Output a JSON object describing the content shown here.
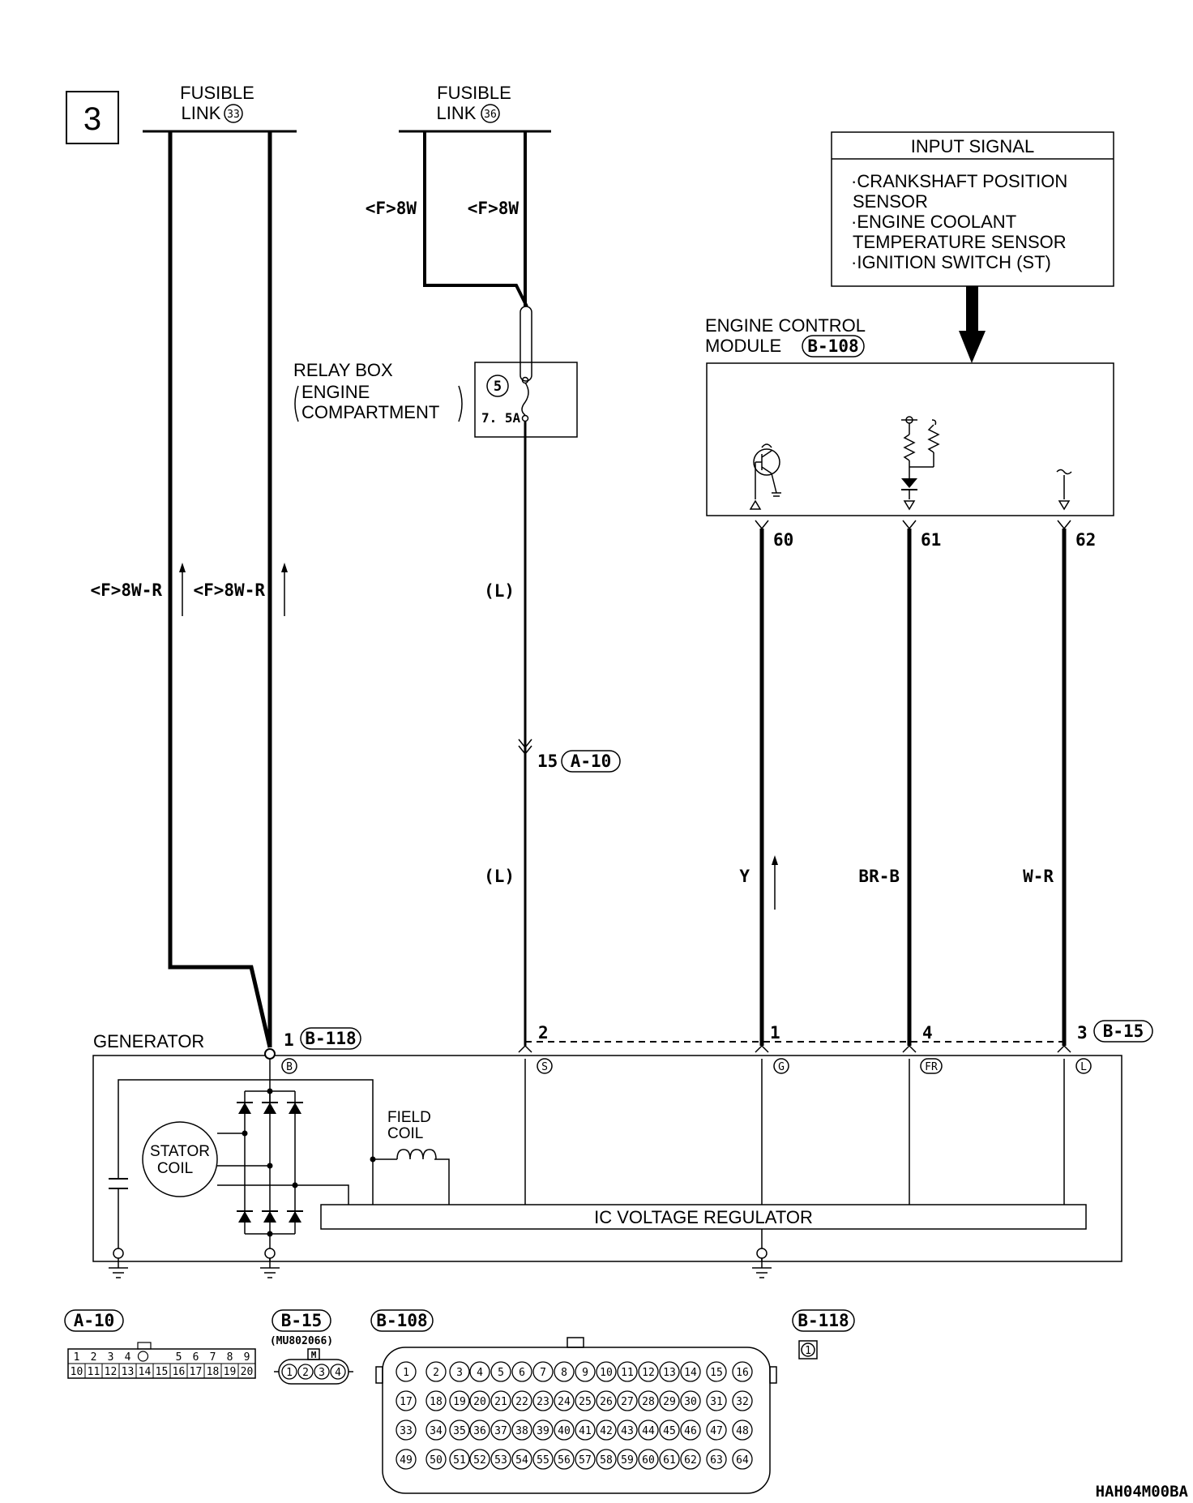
{
  "page": {
    "number": "3",
    "code": "HAH04M00BA"
  },
  "fusible_links": [
    {
      "label_top": "FUSIBLE",
      "label_bottom": "LINK",
      "number": "33"
    },
    {
      "label_top": "FUSIBLE",
      "label_bottom": "LINK",
      "number": "36"
    }
  ],
  "wires": {
    "fl33_left": "<F>8W-R",
    "fl33_right": "<F>8W-R",
    "fl36_left": "<F>8W",
    "fl36_right": "<F>8W",
    "l_upper": "(L)",
    "l_lower": "(L)",
    "y": "Y",
    "br_b": "BR-B",
    "w_r": "W-R"
  },
  "relay_box": {
    "title": "RELAY BOX",
    "line2": "ENGINE",
    "line3": "COMPARTMENT",
    "fuse_number": "5",
    "fuse_rating": "7. 5A"
  },
  "input_signal": {
    "title": "INPUT SIGNAL",
    "lines": [
      "·CRANKSHAFT POSITION",
      " SENSOR",
      "·ENGINE COOLANT",
      " TEMPERATURE SENSOR",
      "·IGNITION SWITCH (ST)"
    ]
  },
  "ecm": {
    "line1": "ENGINE CONTROL",
    "line2": "MODULE",
    "connector": "B-108",
    "pins": [
      "60",
      "61",
      "62"
    ]
  },
  "a10_junction": {
    "pin": "15",
    "connector": "A-10"
  },
  "generator": {
    "title": "GENERATOR",
    "b118_pin": "1",
    "b118_connector": "B-118",
    "b15_pins": [
      "2",
      "1",
      "4",
      "3"
    ],
    "b15_connector": "B-15",
    "terminals": [
      "B",
      "S",
      "G",
      "FR",
      "L"
    ],
    "stator_line1": "STATOR",
    "stator_line2": "COIL",
    "field_line1": "FIELD",
    "field_line2": "COIL",
    "regulator": "IC VOLTAGE REGULATOR"
  },
  "connector_views": {
    "a10": {
      "label": "A-10",
      "row1": [
        "1",
        "2",
        "3",
        "4",
        "",
        "5",
        "6",
        "7",
        "8",
        "9"
      ],
      "row2": [
        "10",
        "11",
        "12",
        "13",
        "14",
        "15",
        "16",
        "17",
        "18",
        "19",
        "20"
      ]
    },
    "b15": {
      "label": "B-15",
      "part": "(MU802066)",
      "tag": "M",
      "pins": [
        "1",
        "2",
        "3",
        "4"
      ]
    },
    "b108": {
      "label": "B-108"
    },
    "b118": {
      "label": "B-118",
      "pin": "1"
    }
  }
}
